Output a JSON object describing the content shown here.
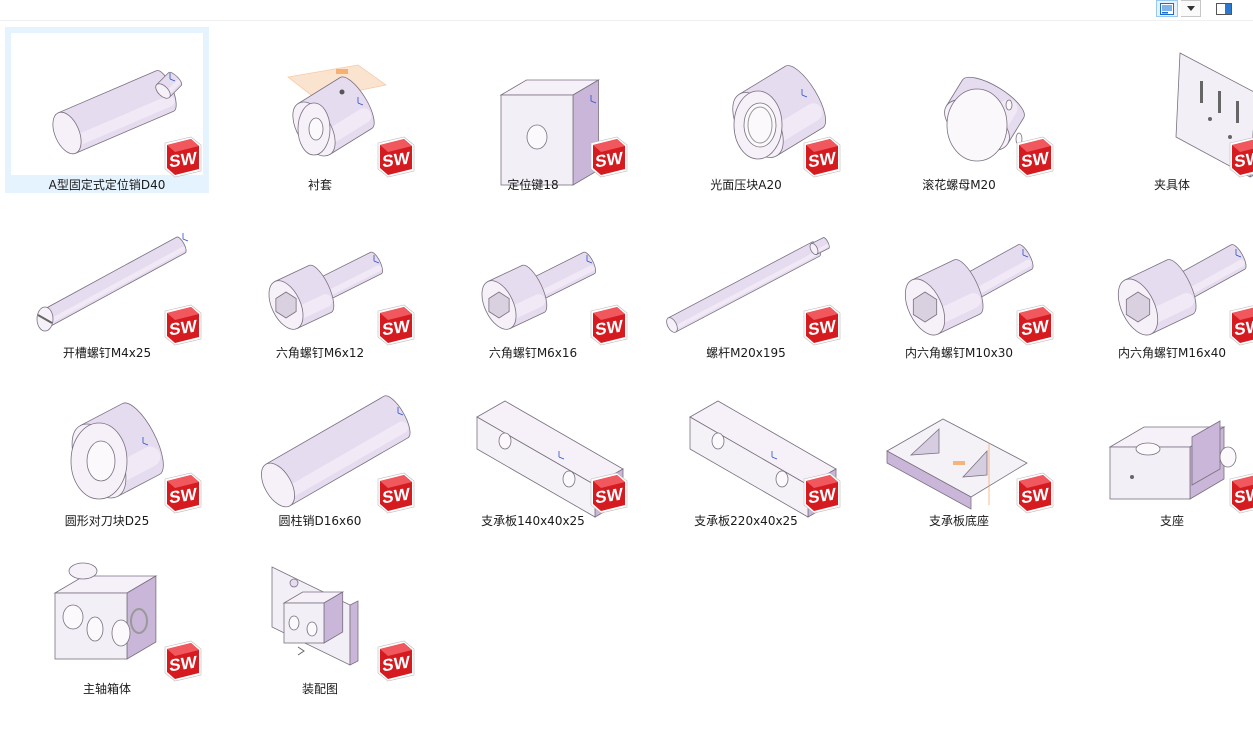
{
  "toolbar": {
    "view_icon": "thumbnail-view-icon",
    "dropdown_icon": "chevron-down-icon",
    "pane_icon": "preview-pane-icon",
    "accent": "#1c6dd0"
  },
  "colors": {
    "part_body": "#e6dcef",
    "part_shade": "#c9b6d8",
    "sw_red": "#d51a20",
    "selected_bg": "#e5f3ff"
  },
  "files": [
    {
      "name": "A型固定式定位销D40",
      "icon": "pin-part-icon"
    },
    {
      "name": "衬套",
      "icon": "bushing-part-icon"
    },
    {
      "name": "定位键18",
      "icon": "block-part-icon"
    },
    {
      "name": "光面压块A20",
      "icon": "ring-part-icon"
    },
    {
      "name": "滚花螺母M20",
      "icon": "knurled-nut-part-icon"
    },
    {
      "name": "夹具体",
      "icon": "fixture-body-part-icon"
    },
    {
      "name": "开槽螺钉M4x25",
      "icon": "slotted-screw-part-icon"
    },
    {
      "name": "六角螺钉M6x12",
      "icon": "hex-screw-part-icon"
    },
    {
      "name": "六角螺钉M6x16",
      "icon": "hex-screw-part-icon"
    },
    {
      "name": "螺杆M20x195",
      "icon": "rod-part-icon"
    },
    {
      "name": "内六角螺钉M10x30",
      "icon": "socket-screw-part-icon"
    },
    {
      "name": "内六角螺钉M16x40",
      "icon": "socket-screw-part-icon"
    },
    {
      "name": "圆形对刀块D25",
      "icon": "round-block-part-icon"
    },
    {
      "name": "圆柱销D16x60",
      "icon": "cylinder-pin-part-icon"
    },
    {
      "name": "支承板140x40x25",
      "icon": "support-plate-part-icon"
    },
    {
      "name": "支承板220x40x25",
      "icon": "support-plate-part-icon"
    },
    {
      "name": "支承板底座",
      "icon": "plate-base-part-icon"
    },
    {
      "name": "支座",
      "icon": "bracket-part-icon"
    },
    {
      "name": "主轴箱体",
      "icon": "spindle-box-part-icon"
    },
    {
      "name": "装配图",
      "icon": "assembly-icon"
    }
  ],
  "badge": {
    "text": "SW",
    "icon": "solidworks-badge-icon"
  }
}
